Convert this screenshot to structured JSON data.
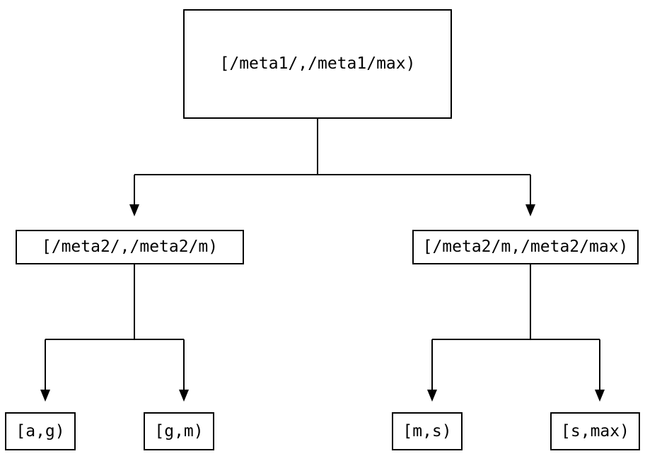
{
  "diagram": {
    "type": "tree",
    "background_color": "#ffffff",
    "line_color": "#000000",
    "box_border_color": "#000000",
    "box_fill_color": "#ffffff",
    "nodes": {
      "root": {
        "label": "[/meta1/,/meta1/max)"
      },
      "l2_left": {
        "label": "[/meta2/,/meta2/m)"
      },
      "l2_right": {
        "label": "[/meta2/m,/meta2/max)"
      },
      "leaf_ag": {
        "label": "[a,g)"
      },
      "leaf_gm": {
        "label": "[g,m)"
      },
      "leaf_ms": {
        "label": "[m,s)"
      },
      "leaf_smax": {
        "label": "[s,max)"
      }
    },
    "edges": [
      {
        "from": "root",
        "to": "l2_left"
      },
      {
        "from": "root",
        "to": "l2_right"
      },
      {
        "from": "l2_left",
        "to": "leaf_ag"
      },
      {
        "from": "l2_left",
        "to": "leaf_gm"
      },
      {
        "from": "l2_right",
        "to": "leaf_ms"
      },
      {
        "from": "l2_right",
        "to": "leaf_smax"
      }
    ]
  }
}
